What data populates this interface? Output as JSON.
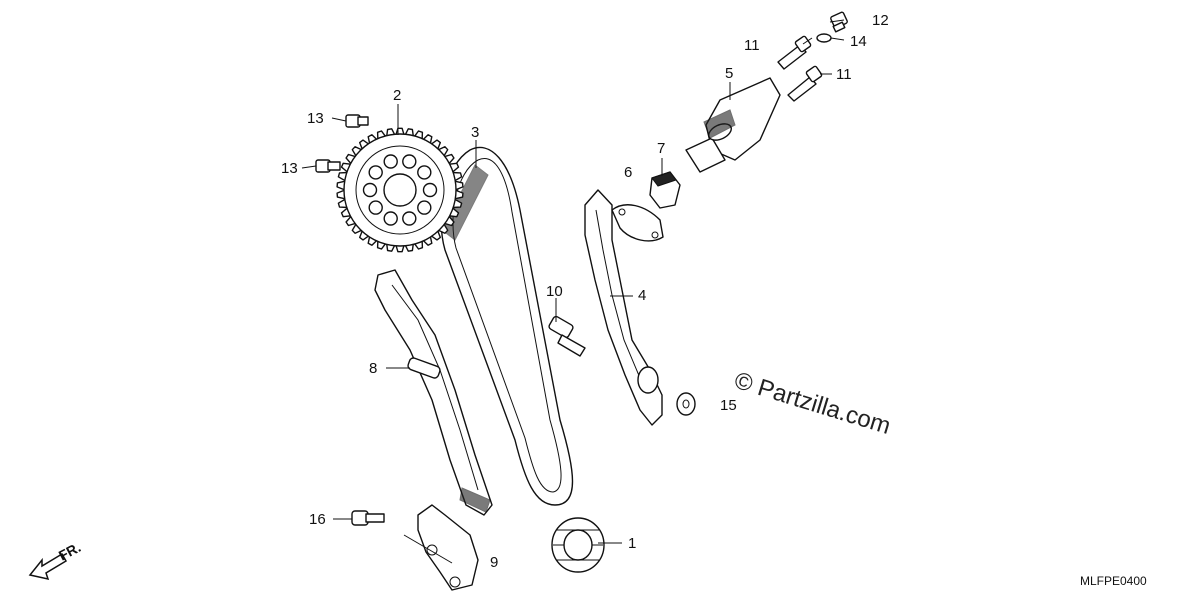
{
  "diagram": {
    "callouts": [
      {
        "id": "c1",
        "label": "1"
      },
      {
        "id": "c2",
        "label": "2"
      },
      {
        "id": "c3",
        "label": "3"
      },
      {
        "id": "c4",
        "label": "4"
      },
      {
        "id": "c5",
        "label": "5"
      },
      {
        "id": "c6",
        "label": "6"
      },
      {
        "id": "c7",
        "label": "7"
      },
      {
        "id": "c8",
        "label": "8"
      },
      {
        "id": "c9",
        "label": "9"
      },
      {
        "id": "c10",
        "label": "10"
      },
      {
        "id": "c11a",
        "label": "11"
      },
      {
        "id": "c11b",
        "label": "11"
      },
      {
        "id": "c12",
        "label": "12"
      },
      {
        "id": "c13a",
        "label": "13"
      },
      {
        "id": "c13b",
        "label": "13"
      },
      {
        "id": "c14",
        "label": "14"
      },
      {
        "id": "c15",
        "label": "15"
      },
      {
        "id": "c16",
        "label": "16"
      }
    ],
    "watermark": "© Partzilla.com",
    "direction_label": "FR.",
    "drawing_code": "MLFPE0400"
  }
}
